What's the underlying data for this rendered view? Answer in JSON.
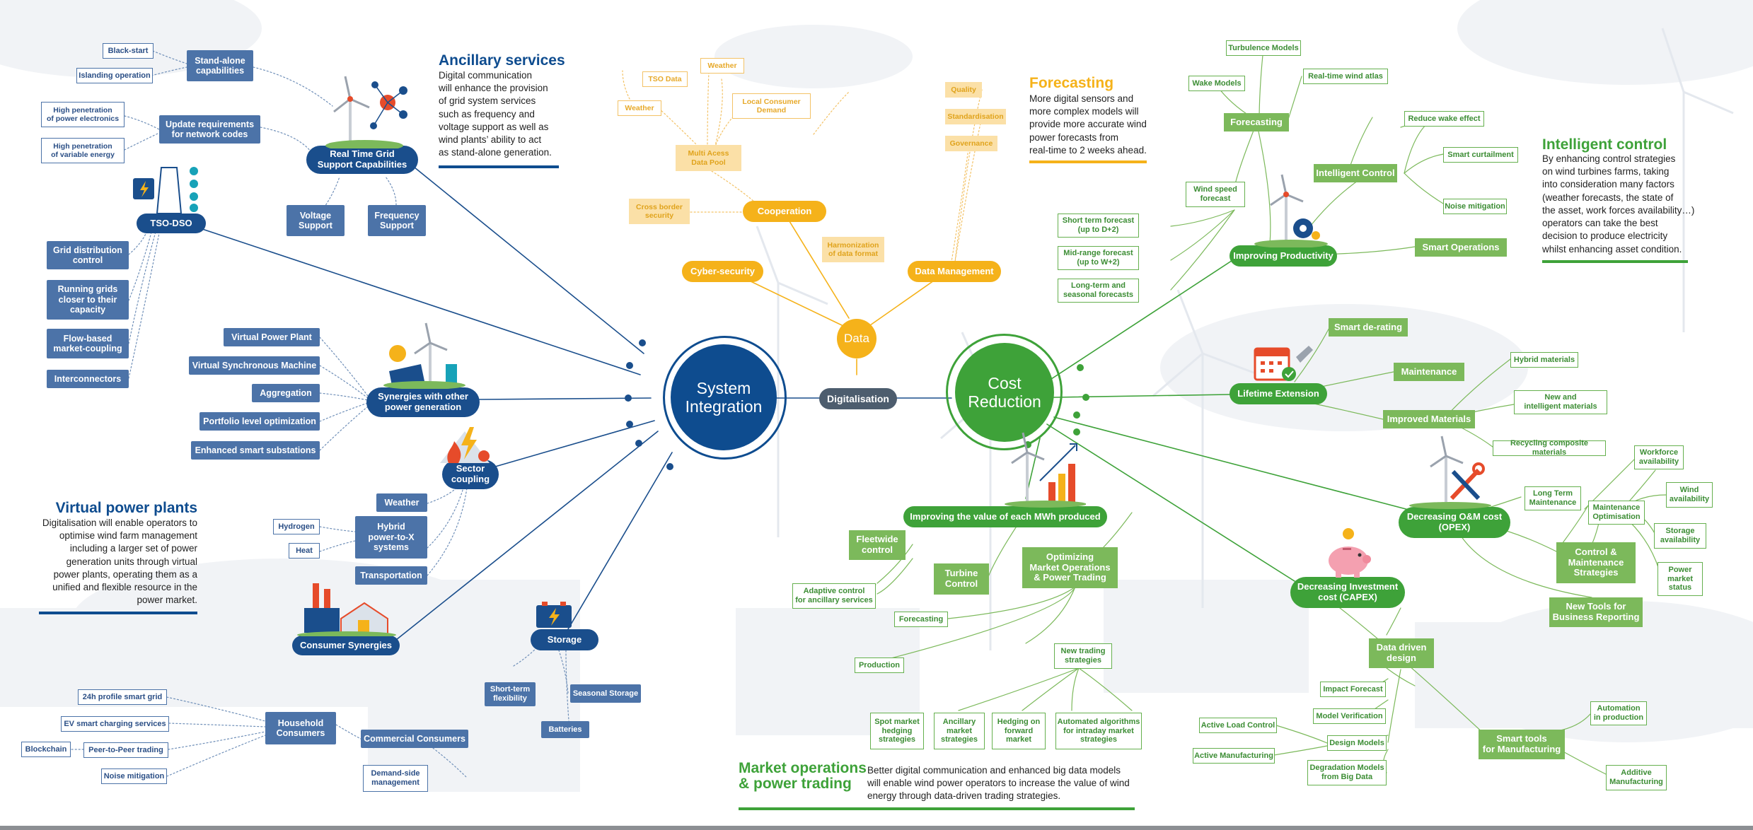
{
  "colors": {
    "system_blue": "#0e4c8f",
    "node_blue": "#4c73a8",
    "cost_green": "#3ea239",
    "node_green": "#7cb95b",
    "data_yellow": "#f5b21a",
    "digitalisation_grey": "#4d5d6e"
  },
  "hubs": {
    "system_integration": "System\nIntegration",
    "cost_reduction": "Cost\nReduction",
    "data": "Data",
    "digitalisation": "Digitalisation"
  },
  "system_integration": {
    "real_time_grid": "Real Time Grid\nSupport Capabilities",
    "tso_dso": "TSO-DSO",
    "synergies": "Synergies with other\npower generation",
    "sector_coupling": "Sector\ncoupling",
    "consumer_synergies": "Consumer Synergies",
    "storage": "Storage",
    "standalone": "Stand-alone\ncapabilities",
    "black_start": "Black-start",
    "islanding": "Islanding operation",
    "update_requirements": "Update requirements\nfor network codes",
    "hp_power_electronics": "High penetration\nof power electronics",
    "hp_variable_energy": "High penetration\nof variable energy",
    "voltage_support": "Voltage\nSupport",
    "frequency_support": "Frequency\nSupport",
    "grid_distribution": "Grid distribution\ncontrol",
    "running_grids": "Running grids\ncloser to their\ncapacity",
    "flow_based": "Flow-based\nmarket-coupling",
    "interconnectors": "Interconnectors",
    "virtual_power_plant": "Virtual Power Plant",
    "virtual_sync_machine": "Virtual Synchronous Machine",
    "aggregation": "Aggregation",
    "portfolio": "Portfolio level optimization",
    "smart_substations": "Enhanced smart substations",
    "weather": "Weather",
    "hybrid_ptx": "Hybrid\npower-to-X\nsystems",
    "hydrogen": "Hydrogen",
    "heat": "Heat",
    "transportation": "Transportation",
    "short_term_flex": "Short-term\nflexibility",
    "seasonal_storage": "Seasonal Storage",
    "batteries": "Batteries",
    "household": "Household\nConsumers",
    "commercial": "Commercial Consumers",
    "demand_side": "Demand-side\nmanagement",
    "profile_24h": "24h profile smart grid",
    "ev_charging": "EV smart charging services",
    "blockchain": "Blockchain",
    "p2p_trading": "Peer-to-Peer trading",
    "noise_mitigation": "Noise mitigation"
  },
  "data_branch": {
    "cooperation": "Cooperation",
    "cyber_security": "Cyber-security",
    "data_management": "Data Management",
    "multi_access": "Multi Acess\nData Pool",
    "cross_border": "Cross border\nsecurity",
    "harmonization": "Harmonization\nof data format",
    "tso_data": "TSO Data",
    "weather_top": "Weather",
    "weather_left": "Weather",
    "local_consumer": "Local Consumer\nDemand",
    "quality": "Quality",
    "standardisation": "Standardisation",
    "governance": "Governance"
  },
  "cost_reduction": {
    "improving_productivity": "Improving Productivity",
    "lifetime_extension": "Lifetime Extension",
    "improving_value": "Improving the value of each MWh produced",
    "decreasing_om": "Decreasing O&M cost\n(OPEX)",
    "decreasing_investment": "Decreasing Investment\ncost (CAPEX)",
    "forecasting": "Forecasting",
    "turbulence_models": "Turbulence Models",
    "wake_models": "Wake Models",
    "realtime_wind_atlas": "Real-time wind atlas",
    "wind_speed_forecast": "Wind speed\nforecast",
    "short_term_forecast": "Short term forecast\n(up to D+2)",
    "mid_range_forecast": "Mid-range forecast\n(up to W+2)",
    "long_term_forecast": "Long-term and\nseasonal forecasts",
    "intelligent_control": "Intelligent Control",
    "reduce_wake": "Reduce wake effect",
    "smart_curtailment": "Smart curtailment",
    "noise_mitigation": "Noise mitigation",
    "smart_operations": "Smart Operations",
    "smart_derating": "Smart de-rating",
    "maintenance": "Maintenance",
    "improved_materials": "Improved Materials",
    "hybrid_materials": "Hybrid materials",
    "new_intelligent_materials": "New and\nintelligent materials",
    "recycling": "Recycling composite materials",
    "fleetwide": "Fleetwide\ncontrol",
    "turbine_control": "Turbine\nControl",
    "optimizing_market": "Optimizing\nMarket Operations\n& Power Trading",
    "adaptive_control": "Adaptive control\nfor ancillary services",
    "forecasting_small": "Forecasting",
    "production": "Production",
    "new_trading": "New trading\nstrategies",
    "spot_market": "Spot market\nhedging\nstrategies",
    "ancillary_market": "Ancillary\nmarket\nstrategies",
    "hedging_forward": "Hedging on\nforward\nmarket",
    "automated_algorithms": "Automated algorithms\nfor intraday market\nstrategies",
    "long_term_maintenance": "Long Term\nMaintenance",
    "maintenance_optimisation": "Maintenance\nOptimisation",
    "workforce": "Workforce\navailability",
    "wind_availability": "Wind\navailability",
    "storage_availability": "Storage\navailability",
    "power_market_status": "Power\nmarket\nstatus",
    "control_maintenance": "Control &\nMaintenance\nStrategies",
    "new_tools": "New Tools for\nBusiness Reporting",
    "data_driven_design": "Data driven\ndesign",
    "impact_forecast": "Impact Forecast",
    "model_verification": "Model Verification",
    "design_models": "Design Models",
    "degradation_models": "Degradation Models\nfrom Big Data",
    "active_load_control": "Active Load Control",
    "active_manufacturing": "Active Manufacturing",
    "smart_tools": "Smart tools\nfor Manufacturing",
    "automation": "Automation\nin production",
    "additive": "Additive\nManufacturing"
  },
  "panels": {
    "ancillary": {
      "title": "Ancillary services",
      "text": "Digital communication\nwill enhance the provision\nof grid system services\nsuch as frequency and\nvoltage support as well as\nwind plants’ ability to act\nas stand-alone generation."
    },
    "forecasting": {
      "title": "Forecasting",
      "text": "More digital sensors and\nmore complex models will\nprovide more accurate wind\npower forecasts from\nreal-time to 2 weeks ahead."
    },
    "intelligent": {
      "title": "Intelligent control",
      "text": "By enhancing control strategies\non wind turbines farms, taking\ninto consideration many factors\n(weather forecasts, the state of\nthe asset, work forces availability…)\noperators can take the best\ndecision to produce electricity\nwhilst enhancing asset condition."
    },
    "vpp": {
      "title": "Virtual power plants",
      "text": "Digitalisation will enable operators to\noptimise wind farm management\nincluding a larger set of power\ngeneration units through virtual\npower plants, operating them as a\nunified and flexible resource in the\npower market."
    },
    "market": {
      "title": "Market operations\n& power trading",
      "text": "Better digital communication and enhanced big data models\nwill enable wind power operators to increase the value of wind\nenergy through data-driven trading strategies."
    }
  },
  "icons": {
    "real_time_grid": "wind-turbine-network-icon",
    "tso_dso": "power-tower-icon",
    "synergies": "solar-wind-icon",
    "sector_coupling": "flame-lightning-icon",
    "consumer_synergies": "factory-house-icon",
    "storage": "battery-icon",
    "improving_productivity": "turbine-gear-icon",
    "lifetime_extension": "calendar-wrench-icon",
    "improving_value": "turbine-bar-chart-icon",
    "decreasing_om": "turbine-tools-icon",
    "decreasing_investment": "piggy-bank-icon"
  }
}
